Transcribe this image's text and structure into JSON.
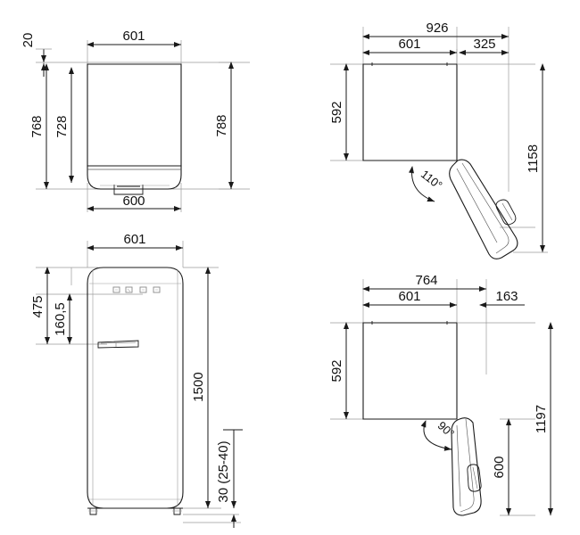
{
  "drawing": {
    "type": "technical-dimensional-drawing",
    "subject": "refrigerator",
    "units": "mm",
    "line_color": "#1a1a1a",
    "thin_line_color": "#9a9a9a",
    "background": "#ffffff"
  },
  "views": {
    "top_left": {
      "name": "top-view",
      "dimensions": {
        "top_gap": "20",
        "top_width": "601",
        "left_outer_height": "768",
        "left_inner_height": "728",
        "right_height": "788",
        "bottom_width": "600"
      }
    },
    "top_right": {
      "name": "plan-view-door-110",
      "dimensions": {
        "overall_width": "926",
        "body_width": "601",
        "door_swing_width": "325",
        "body_depth": "592",
        "overall_depth": "1158",
        "door_angle": "110°"
      }
    },
    "bottom_left": {
      "name": "front-view",
      "dimensions": {
        "width": "601",
        "panel_height": "475",
        "handle_height": "160,5",
        "total_height": "1500",
        "foot_height": "30 (25-40)"
      }
    },
    "bottom_right": {
      "name": "plan-view-door-90",
      "dimensions": {
        "overall_width": "764",
        "body_width": "601",
        "door_swing_width": "163",
        "body_depth": "592",
        "overall_depth": "1197",
        "door_depth": "600",
        "door_angle": "90°"
      }
    }
  }
}
